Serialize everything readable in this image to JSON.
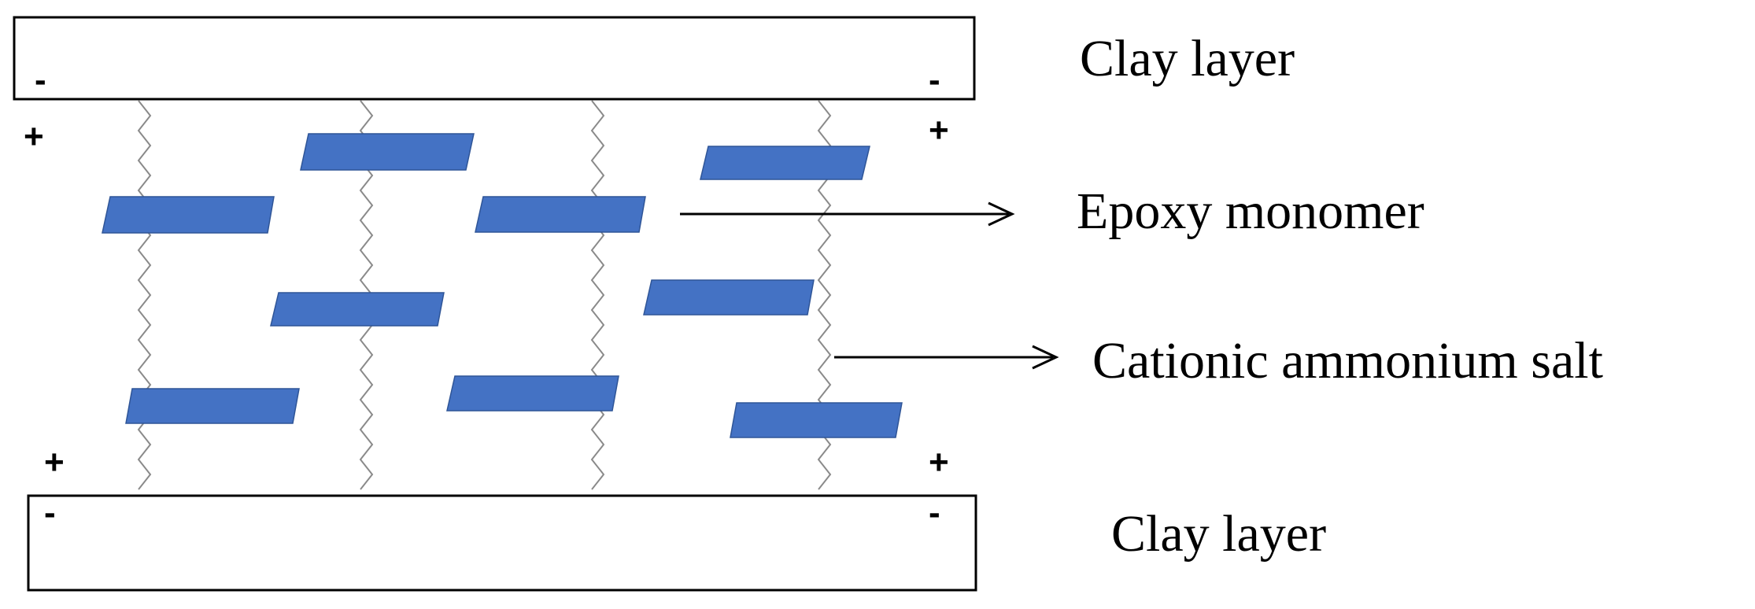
{
  "labels": {
    "clay_top": "Clay layer",
    "epoxy": "Epoxy monomer",
    "cationic": "Cationic ammonium salt",
    "clay_bottom": "Clay layer"
  },
  "signs": {
    "minus": "-",
    "plus": "+"
  },
  "colors": {
    "monomer_fill": "#4472c4",
    "monomer_stroke": "#2f5597",
    "chain_stroke": "#8a8a8a"
  }
}
